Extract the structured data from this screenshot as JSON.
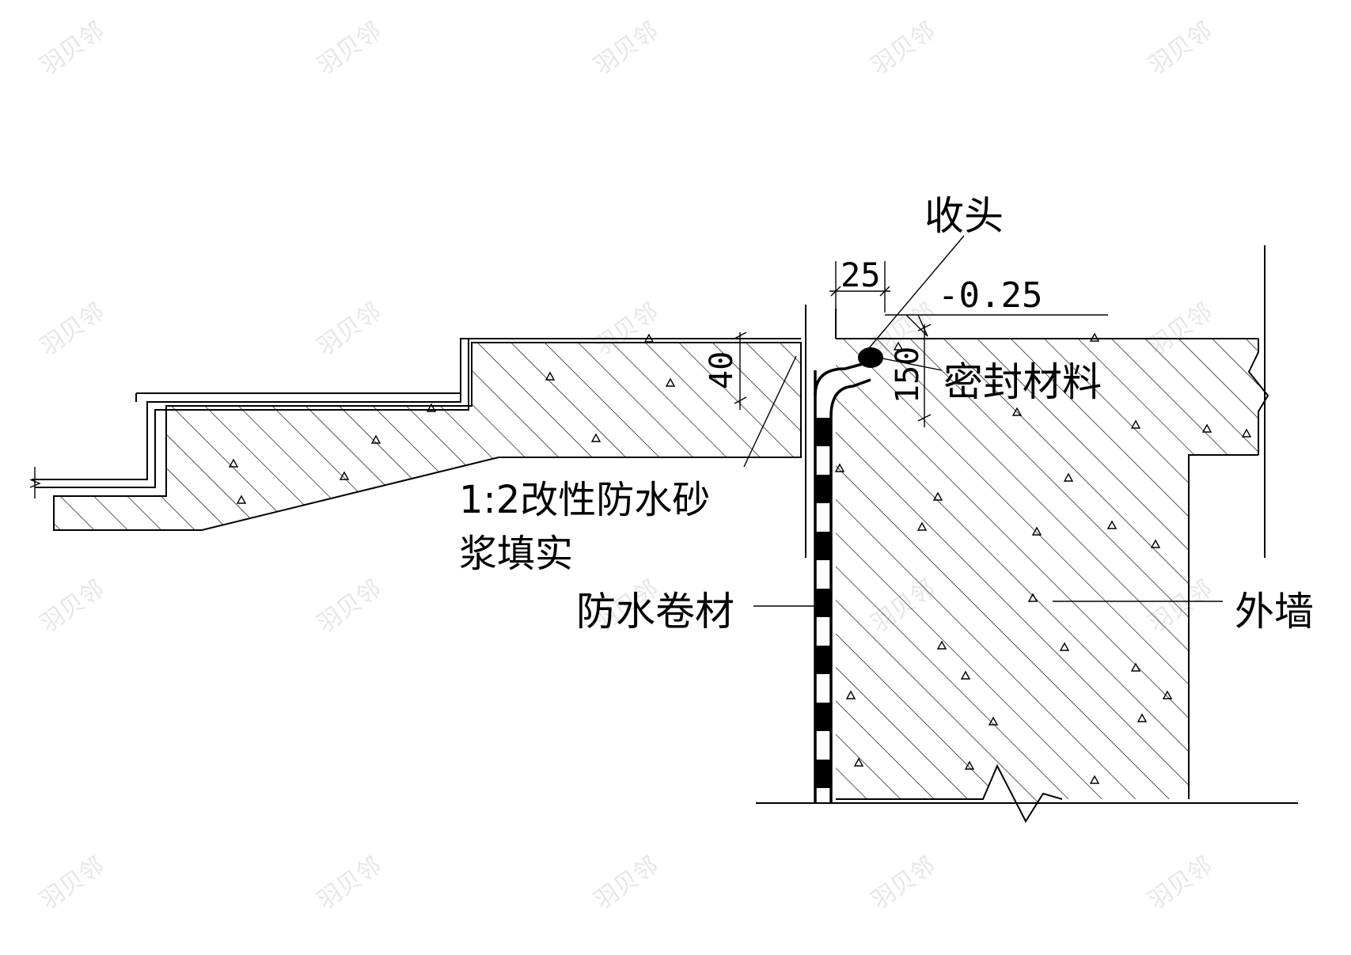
{
  "labels": {
    "termination": "收头",
    "sealant": "密封材料",
    "mortar_line1": "1:2改性防水砂",
    "mortar_line2": "浆填实",
    "membrane": "防水卷材",
    "exterior_wall": "外墙"
  },
  "dimensions": {
    "width_25": "25",
    "elevation": "-0.25",
    "depth_40": "40",
    "height_150": "150"
  },
  "watermark": "羽贝邻",
  "colors": {
    "line": "#000000",
    "background": "#ffffff",
    "watermark": "#e6e6e6"
  }
}
